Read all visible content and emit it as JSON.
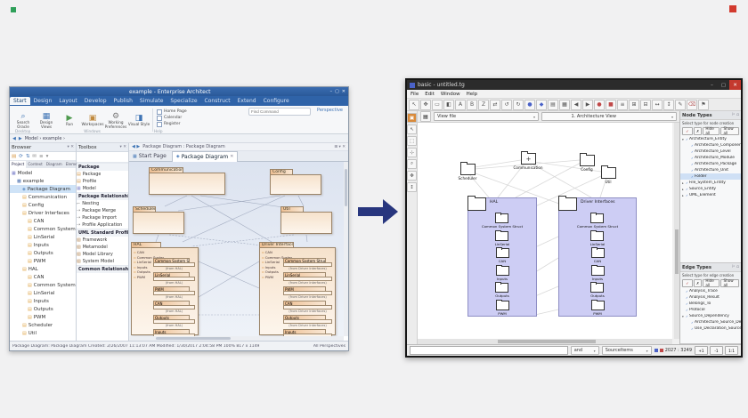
{
  "arrow": {
    "direction": "right",
    "color": "#28367e"
  },
  "left_window": {
    "title": "example - Enterprise Architect",
    "window_buttons": [
      {
        "label": "–"
      },
      {
        "label": "▢"
      },
      {
        "label": "✕"
      }
    ],
    "ribbon": {
      "tabs": [
        {
          "label": "Start",
          "sel": true
        },
        {
          "label": "Design"
        },
        {
          "label": "Layout"
        },
        {
          "label": "Develop"
        },
        {
          "label": "Publish"
        },
        {
          "label": "Simulate"
        },
        {
          "label": "Specialize"
        },
        {
          "label": "Construct"
        },
        {
          "label": "Extend"
        },
        {
          "label": "Configure"
        }
      ],
      "search_placeholder": "Find Command",
      "perspective": "Perspective",
      "buttons": [
        {
          "label": "Search Oracle",
          "g": "⌕",
          "c": "#3f74b5"
        },
        {
          "label": "Design Views",
          "g": "▦",
          "c": "#3f74b5"
        },
        {
          "label": "Run",
          "g": "▶",
          "c": "#4e9a4e"
        },
        {
          "label": "Workspaces",
          "g": "▣",
          "c": "#c08a3e"
        },
        {
          "label": "Working Preferences",
          "g": "⚙",
          "c": "#777777"
        },
        {
          "label": "Visual Style",
          "g": "◨",
          "c": "#3f74b5"
        }
      ],
      "checks": [
        {
          "label": "Home Page"
        },
        {
          "label": "Calendar"
        },
        {
          "label": "Register"
        }
      ],
      "groups": [
        {
          "label": "Desktop"
        },
        {
          "label": "Windows"
        },
        {
          "label": "Help"
        }
      ]
    },
    "quickbar": {
      "breadcrumb": "Model  ›  example  ›"
    },
    "browser": {
      "title": "Browser",
      "toolbar_icons": [
        {
          "g": "▤",
          "c": "#d89a4a"
        },
        {
          "g": "⟳",
          "c": "#4a7ab8"
        },
        {
          "g": "⇅",
          "c": "#4a7ab8"
        },
        {
          "g": "✉",
          "c": "#888888"
        },
        {
          "g": "≡",
          "c": "#888888"
        },
        {
          "g": "▾",
          "c": "#888888"
        }
      ],
      "tabs": [
        {
          "label": "Project",
          "sel": true
        },
        {
          "label": "Context"
        },
        {
          "label": "Diagram"
        },
        {
          "label": "Element"
        }
      ],
      "tree": [
        {
          "label": "Model",
          "d": 0,
          "g": "▦",
          "c": "#6f74c4"
        },
        {
          "label": "example",
          "d": 1,
          "g": "▩",
          "c": "#4a6fae"
        },
        {
          "label": "Package Diagram",
          "d": 2,
          "g": "◈",
          "c": "#5b8ac2",
          "sel": true
        },
        {
          "label": "Communication",
          "d": 2,
          "g": "▤",
          "c": "#e0a23e"
        },
        {
          "label": "Config",
          "d": 2,
          "g": "▤",
          "c": "#e0a23e"
        },
        {
          "label": "Driver Interfaces",
          "d": 2,
          "g": "▤",
          "c": "#e0a23e"
        },
        {
          "label": "CAN",
          "d": 3,
          "g": "▤",
          "c": "#e0a23e"
        },
        {
          "label": "Common System Struct",
          "d": 3,
          "g": "▤",
          "c": "#e0a23e"
        },
        {
          "label": "LinSerial",
          "d": 3,
          "g": "▤",
          "c": "#e0a23e"
        },
        {
          "label": "Inputs",
          "d": 3,
          "g": "▤",
          "c": "#e0a23e"
        },
        {
          "label": "Outputs",
          "d": 3,
          "g": "▤",
          "c": "#e0a23e"
        },
        {
          "label": "PWM",
          "d": 3,
          "g": "▤",
          "c": "#e0a23e"
        },
        {
          "label": "HAL",
          "d": 2,
          "g": "▤",
          "c": "#e0a23e"
        },
        {
          "label": "CAN",
          "d": 3,
          "g": "▤",
          "c": "#e0a23e"
        },
        {
          "label": "Common System Struct",
          "d": 3,
          "g": "▤",
          "c": "#e0a23e"
        },
        {
          "label": "LinSerial",
          "d": 3,
          "g": "▤",
          "c": "#e0a23e"
        },
        {
          "label": "Inputs",
          "d": 3,
          "g": "▤",
          "c": "#e0a23e"
        },
        {
          "label": "Outputs",
          "d": 3,
          "g": "▤",
          "c": "#e0a23e"
        },
        {
          "label": "PWM",
          "d": 3,
          "g": "▤",
          "c": "#e0a23e"
        },
        {
          "label": "Scheduler",
          "d": 2,
          "g": "▤",
          "c": "#e0a23e"
        },
        {
          "label": "Util",
          "d": 2,
          "g": "▤",
          "c": "#e0a23e"
        }
      ]
    },
    "toolbox": {
      "title": "Toolbox",
      "search_placeholder": "Search",
      "rows": [
        {
          "kind": "hd",
          "label": "Package"
        },
        {
          "kind": "it",
          "label": "Package",
          "g": "▤",
          "c": "#d89a4a"
        },
        {
          "kind": "it",
          "label": "Profile",
          "g": "▤",
          "c": "#d89a4a"
        },
        {
          "kind": "it",
          "label": "Model",
          "g": "▦",
          "c": "#8a8fd0"
        },
        {
          "kind": "hd",
          "label": "Package Relationships"
        },
        {
          "kind": "it",
          "label": "Nesting",
          "g": "⌐",
          "c": "#777777"
        },
        {
          "kind": "it",
          "label": "Package Merge",
          "g": "⇢",
          "c": "#777777"
        },
        {
          "kind": "it",
          "label": "Package Import",
          "g": "⇢",
          "c": "#777777"
        },
        {
          "kind": "it",
          "label": "Profile Application",
          "g": "⇢",
          "c": "#777777"
        },
        {
          "kind": "hd",
          "label": "UML Standard Profile"
        },
        {
          "kind": "it",
          "label": "Framework",
          "g": "▧",
          "c": "#b58a5a"
        },
        {
          "kind": "it",
          "label": "Metamodel",
          "g": "▧",
          "c": "#b58a5a"
        },
        {
          "kind": "it",
          "label": "Model Library",
          "g": "▧",
          "c": "#b58a5a"
        },
        {
          "kind": "it",
          "label": "System Model",
          "g": "▧",
          "c": "#b58a5a"
        },
        {
          "kind": "hd",
          "label": "Common Relationships"
        }
      ]
    },
    "diagram": {
      "breadcrumb": "Package Diagram : Package Diagram",
      "doc_tabs": [
        {
          "label": "Start Page",
          "g": "▦"
        },
        {
          "label": "Package Diagram",
          "g": "◈",
          "sel": true,
          "x": "✕"
        }
      ],
      "packages": {
        "communication": "Communication",
        "config": "Config",
        "scheduler": "Scheduler",
        "util": "Util"
      },
      "hal": {
        "name": "HAL",
        "list": [
          {
            "label": "CAN"
          },
          {
            "label": "Common System Struct"
          },
          {
            "label": "LinSerial"
          },
          {
            "label": "Inputs"
          },
          {
            "label": "Outputs"
          },
          {
            "label": "PWM"
          }
        ],
        "children": [
          {
            "name": "Common System Struct",
            "from": "(from HAL)"
          },
          {
            "name": "LinSerial",
            "from": "(from HAL)"
          },
          {
            "name": "PWM",
            "from": "(from HAL)"
          },
          {
            "name": "CAN",
            "from": "(from HAL)"
          },
          {
            "name": "Outputs",
            "from": "(from HAL)"
          },
          {
            "name": "Inputs",
            "from": "(from HAL)"
          }
        ]
      },
      "driver": {
        "name": "Driver Interfaces",
        "list": [
          {
            "label": "CAN"
          },
          {
            "label": "Common System Struct"
          },
          {
            "label": "LinSerial"
          },
          {
            "label": "Inputs"
          },
          {
            "label": "Outputs"
          },
          {
            "label": "PWM"
          }
        ],
        "children": [
          {
            "name": "Common System Struct",
            "from": "(from Driver Interfaces)"
          },
          {
            "name": "LinSerial",
            "from": "(from Driver Interfaces)"
          },
          {
            "name": "PWM",
            "from": "(from Driver Interfaces)"
          },
          {
            "name": "CAN",
            "from": "(from Driver Interfaces)"
          },
          {
            "name": "Outputs",
            "from": "(from Driver Interfaces)"
          },
          {
            "name": "Inputs",
            "from": "(from Driver Interfaces)"
          }
        ]
      }
    },
    "status": {
      "left": "Package Diagram: Package Diagram    Created: 2/26/2007 11:13:07 AM    Modified: 1/30/2017 2:04:58 PM    100%    817 x 1149",
      "right": "All Perspectives"
    }
  },
  "right_window": {
    "title": "basic - untitled.tg",
    "window_buttons": [
      {
        "label": "–"
      },
      {
        "label": "▢"
      }
    ],
    "close_button": "✕",
    "menus": [
      {
        "label": "File"
      },
      {
        "label": "Edit"
      },
      {
        "label": "Window"
      },
      {
        "label": "Help"
      }
    ],
    "toolbar": [
      {
        "g": "↖",
        "c": "#555555"
      },
      {
        "g": "✥",
        "c": "#555555"
      },
      {
        "g": "▭",
        "c": "#555555"
      },
      {
        "g": "◧",
        "c": "#555555"
      },
      {
        "g": "A",
        "c": "#555555"
      },
      {
        "g": "B",
        "c": "#555555"
      },
      {
        "g": "Z",
        "c": "#555555"
      },
      {
        "g": "⇄",
        "c": "#555555"
      },
      {
        "g": "↺",
        "c": "#555555"
      },
      {
        "g": "↻",
        "c": "#555555"
      },
      {
        "g": "●",
        "c": "#4a62c8"
      },
      {
        "g": "◆",
        "c": "#4a62c8"
      },
      {
        "g": "▤",
        "c": "#555555"
      },
      {
        "g": "▦",
        "c": "#555555"
      },
      {
        "g": "◀",
        "c": "#555555"
      },
      {
        "g": "▶",
        "c": "#555555"
      },
      {
        "g": "●",
        "c": "#c04848"
      },
      {
        "g": "■",
        "c": "#c04848"
      },
      {
        "g": "≡",
        "c": "#555555"
      },
      {
        "g": "⊞",
        "c": "#555555"
      },
      {
        "g": "⊟",
        "c": "#555555"
      },
      {
        "g": "↔",
        "c": "#555555"
      },
      {
        "g": "↕",
        "c": "#555555"
      },
      {
        "g": "✎",
        "c": "#555555"
      },
      {
        "g": "⌫",
        "c": "#b05050"
      },
      {
        "g": "⚑",
        "c": "#555555"
      }
    ],
    "tools": [
      {
        "g": "▣",
        "c": "#ffffff",
        "bg": "#d98a3a"
      },
      {
        "g": "↖",
        "c": "#555555"
      },
      {
        "g": "⬚",
        "c": "#555555"
      },
      {
        "g": "⊹",
        "c": "#555555"
      },
      {
        "g": "⌕",
        "c": "#555555"
      },
      {
        "g": "✥",
        "c": "#555555"
      },
      {
        "g": "↕",
        "c": "#555555"
      }
    ],
    "view_row": {
      "left_select": "View file",
      "center_select": "1. Architecture View"
    },
    "node_types": {
      "title": "Node Types",
      "subtitle": "Select type for node creation",
      "buttons": [
        {
          "label": "✓"
        },
        {
          "label": "✗"
        },
        {
          "label": "Hide all"
        },
        {
          "label": "Show all"
        }
      ],
      "tree": [
        {
          "label": "Architecture_Entity",
          "d": 0,
          "e": "▾"
        },
        {
          "label": "Architecture_Component",
          "d": 1
        },
        {
          "label": "Architecture_Level",
          "d": 1
        },
        {
          "label": "Architecture_Module",
          "d": 1
        },
        {
          "label": "Architecture_Package",
          "d": 1
        },
        {
          "label": "Architecture_Unit",
          "d": 1
        },
        {
          "label": "Folder",
          "d": 1,
          "sel": true
        },
        {
          "label": "File_System_Entity",
          "d": 0,
          "e": "▸"
        },
        {
          "label": "Source_Entity",
          "d": 0,
          "e": "▸"
        },
        {
          "label": "UML_Element",
          "d": 0,
          "e": "▸"
        }
      ]
    },
    "edge_types": {
      "title": "Edge Types",
      "subtitle": "Select type for edge creation",
      "buttons": [
        {
          "label": "✓"
        },
        {
          "label": "✗"
        },
        {
          "label": "Hide all"
        },
        {
          "label": "Show all"
        }
      ],
      "tree": [
        {
          "label": "Analysis_Trace",
          "d": 0
        },
        {
          "label": "Analysis_Result",
          "d": 0
        },
        {
          "label": "Belongs_To",
          "d": 0
        },
        {
          "label": "Protocol",
          "d": 0
        },
        {
          "label": "Source_Dependency",
          "d": 0,
          "e": "▾"
        },
        {
          "label": "Architecture_Source_Dep.",
          "d": 1
        },
        {
          "label": "Use_Declaration_Source.",
          "d": 1
        }
      ]
    },
    "canvas": {
      "folders": [
        {
          "name": "Communication",
          "badge": "+"
        },
        {
          "name": "Config"
        },
        {
          "name": "Scheduler"
        },
        {
          "name": "Util"
        }
      ],
      "zones": [
        {
          "name": "HAL",
          "children": [
            {
              "label": "Common System Struct"
            },
            {
              "label": "LinSerial"
            },
            {
              "label": "CAN"
            },
            {
              "label": "Inputs"
            },
            {
              "label": "Outputs"
            },
            {
              "label": "PWM"
            }
          ]
        },
        {
          "name": "Driver Interfaces",
          "children": [
            {
              "label": "Common System Struct"
            },
            {
              "label": "LinSerial"
            },
            {
              "label": "CAN"
            },
            {
              "label": "Inputs"
            },
            {
              "label": "Outputs"
            },
            {
              "label": "PWM"
            }
          ]
        }
      ]
    },
    "status": {
      "combine": "and",
      "scope": "SourceItems",
      "coords": "2027 : 3249",
      "zoom_buttons": [
        {
          "label": "+1"
        },
        {
          "label": "-1"
        },
        {
          "label": "1:1"
        }
      ]
    }
  }
}
